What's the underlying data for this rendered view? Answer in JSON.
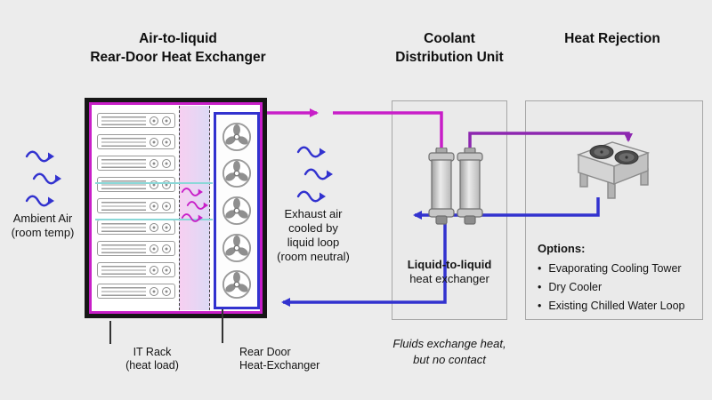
{
  "titles": {
    "rack": [
      "Air-to-liquid",
      "Rear-Door Heat Exchanger"
    ],
    "cdu": [
      "Coolant",
      "Distribution Unit"
    ],
    "heat_rejection": "Heat Rejection"
  },
  "rack": {
    "ambient_label": [
      "Ambient Air",
      "(room temp)"
    ],
    "exhaust_label": [
      "Exhaust air",
      "cooled by",
      "liquid loop",
      "(room neutral)"
    ],
    "it_rack_label": [
      "IT Rack",
      "(heat load)"
    ],
    "rear_door_label": [
      "Rear Door",
      "Heat-Exchanger"
    ],
    "server_count": 9,
    "door_fan_count": 5
  },
  "cdu": {
    "unit_label_bold": "Liquid-to-liquid",
    "unit_label": "heat exchanger",
    "note": [
      "Fluids exchange heat,",
      "but no contact"
    ]
  },
  "heat_rejection": {
    "options_title": "Options:",
    "bullet": "•",
    "options": [
      "Evaporating Cooling Tower",
      "Dry Cooler",
      "Existing Chilled Water Loop"
    ]
  },
  "colors": {
    "hot_loop": "#c81ec8",
    "warm_loop": "#8d27b0",
    "cold_loop": "#3232cf",
    "rack_coolant_line": "#8ad8d8"
  }
}
